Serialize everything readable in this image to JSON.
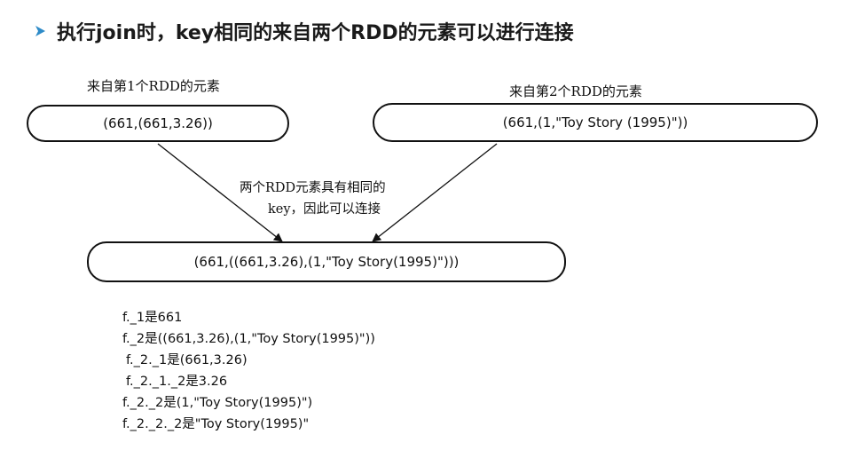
{
  "title": "执行join时，key相同的来自两个RDD的元素可以进行连接",
  "colors": {
    "bullet": "#2e8bc8",
    "stroke": "#111111"
  },
  "diagram": {
    "left_label": "来自第1个RDD的元素",
    "right_label": "来自第2个RDD的元素",
    "left_node": "(661,(661,3.26))",
    "right_node": "(661,(1,\"Toy Story (1995)\"))",
    "edge_note_line1": "两个RDD元素具有相同的",
    "edge_note_line2": "key，因此可以连接",
    "result_node": "(661,((661,3.26),(1,\"Toy Story(1995)\")))"
  },
  "notes": [
    "f._1是661",
    "f._2是((661,3.26),(1,\"Toy Story(1995)\"))",
    "f._2._1是(661,3.26)",
    "f._2._1._2是3.26",
    "f._2._2是(1,\"Toy Story(1995)\")",
    "f._2._2._2是\"Toy Story(1995)\""
  ]
}
